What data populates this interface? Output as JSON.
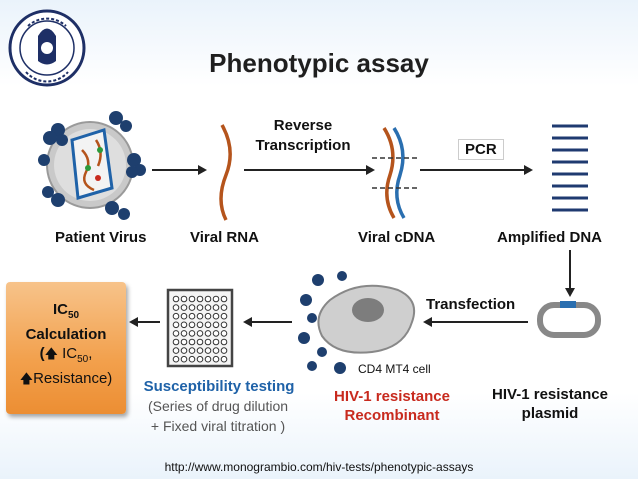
{
  "title": "Phenotypic assay",
  "step_labels": {
    "patient_virus": "Patient Virus",
    "viral_rna": "Viral RNA",
    "reverse_transcription_line1": "Reverse",
    "reverse_transcription_line2": "Transcription",
    "viral_cdna": "Viral cDNA",
    "pcr": "PCR",
    "amplified_dna": "Amplified DNA",
    "transfection": "Transfection",
    "plasmid_line1": "HIV-1 resistance",
    "plasmid_line2": "plasmid",
    "cell_label": "CD4 MT4 cell",
    "recombinant_line1": "HIV-1 resistance",
    "recombinant_line2": "Recombinant",
    "susceptibility_title": "Susceptibility testing",
    "susceptibility_line1": "(Series of drug dilution",
    "susceptibility_line2": "+ Fixed viral titration )"
  },
  "ic_box": {
    "line1": "IC",
    "line1_sub": "50",
    "line2": "Calculation",
    "line3_prefix": "(",
    "line3_ic": "IC",
    "line3_sub": "50",
    "line3_suffix": ",",
    "line4": "Resistance)",
    "up_arrow": "🡅"
  },
  "url": "http://www.monogrambio.com/hiv-tests/phenotypic-assays",
  "colors": {
    "rna": "#b5541c",
    "cdna_blue": "#2a6fb0",
    "virus_blue": "#1e3f6e",
    "dna": "#1f3a70",
    "ic_box": "#f2a04c"
  }
}
